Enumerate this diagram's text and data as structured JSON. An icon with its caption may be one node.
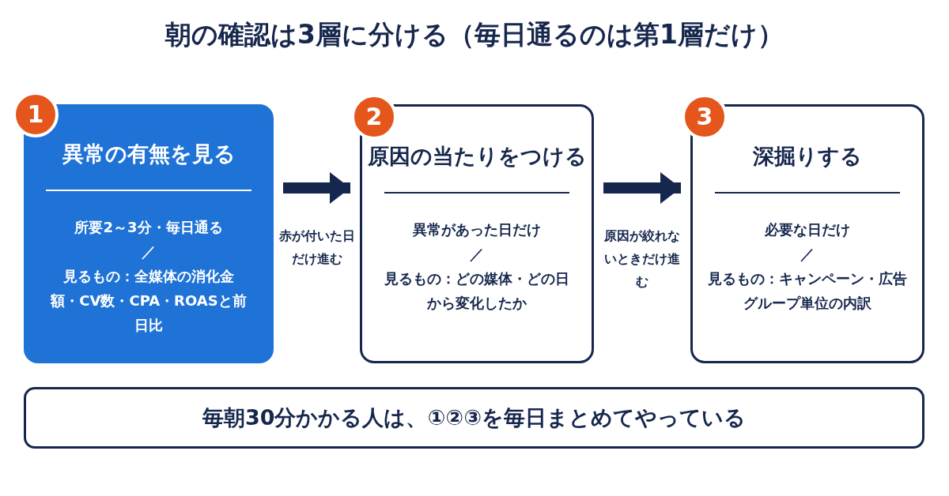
{
  "diagram": {
    "title": "朝の確認は3層に分ける（毎日通るのは第1層だけ）",
    "nodes": [
      {
        "text": [
          "1",
          "異常の有無を見る",
          "所要2～3分・毎日通る",
          "／",
          "見るもの：全媒体の消化金額・CV数・CPA・ROASと前日比"
        ]
      },
      {
        "text": [
          "2",
          "原因の当たりをつける",
          "異常があった日だけ",
          "／",
          "見るもの：どの媒体・どの日から変化したか"
        ]
      },
      {
        "text": [
          "3",
          "深掘りする",
          "必要な日だけ",
          "／",
          "見るもの：キャンペーン・広告グループ単位の内訳"
        ]
      },
      {
        "text": [
          "毎朝30分かかる人は、①②③を毎日まとめてやっている"
        ]
      }
    ],
    "edges": [
      {
        "from": 0,
        "to": 1,
        "arrow": "to",
        "label": "赤が付いた日だけ進む"
      },
      {
        "from": 1,
        "to": 2,
        "arrow": "to",
        "label": "原因が絞れないときだけ進む"
      }
    ]
  }
}
